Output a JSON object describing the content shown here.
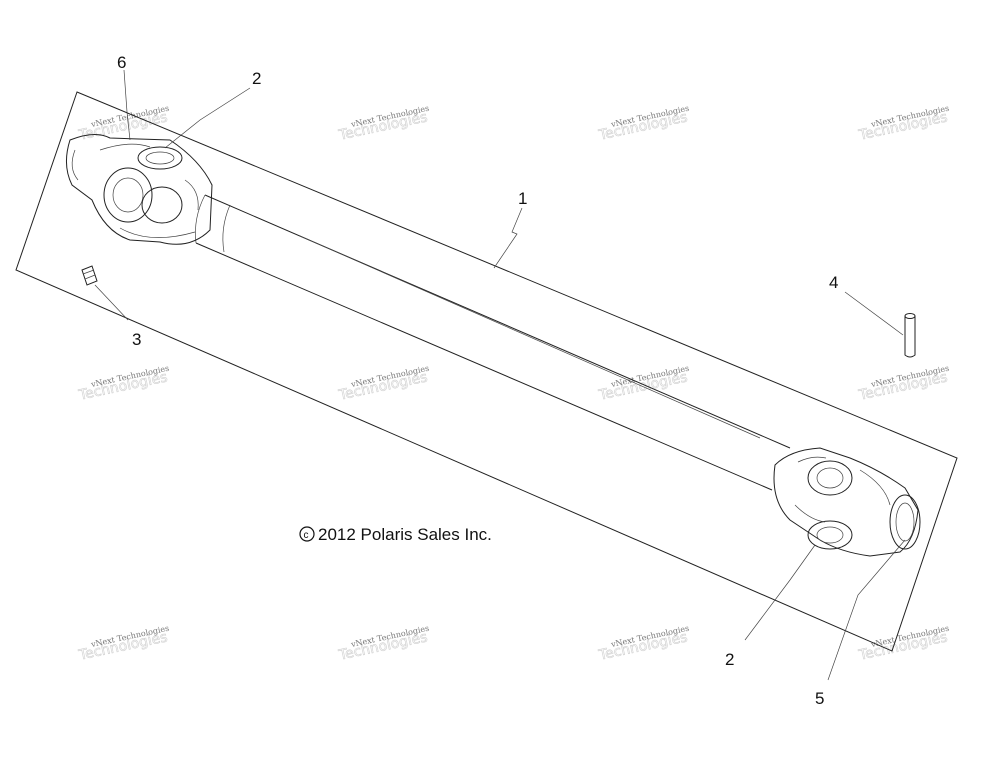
{
  "callouts": {
    "c1": "1",
    "c2a": "2",
    "c2b": "2",
    "c3": "3",
    "c4": "4",
    "c5": "5",
    "c6": "6"
  },
  "copyright": "2012 Polaris Sales Inc.",
  "copyright_symbol": "c",
  "watermark": {
    "line1": "vNext Technologies",
    "line2": "Technologies"
  },
  "colors": {
    "line": "#222222",
    "watermark": "#cfcfcf"
  }
}
